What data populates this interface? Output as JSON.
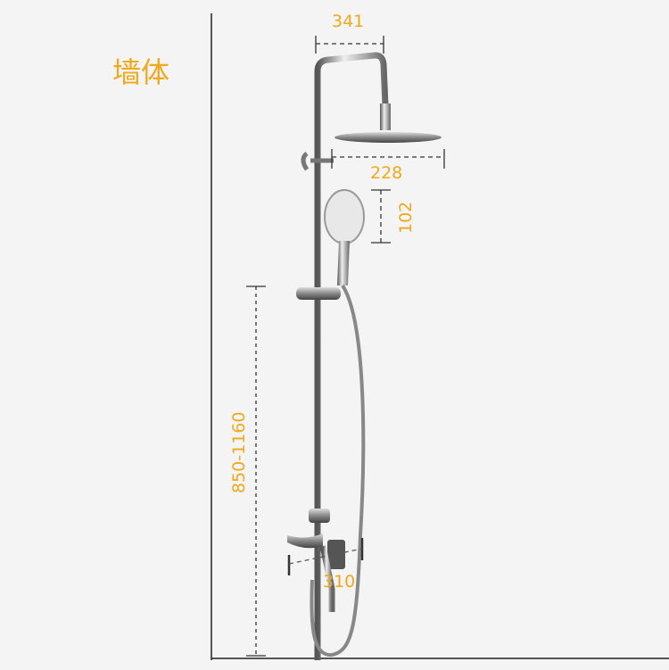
{
  "wall_label": "墙体",
  "dimensions": {
    "top_arm_width": "341",
    "head_diameter": "228",
    "hand_shower_width": "102",
    "mount_height": "850-1160",
    "spout_length": "310"
  },
  "colors": {
    "label": "#f0a81c",
    "background": "#f4f4f4",
    "chrome": "#9a9a9a"
  }
}
